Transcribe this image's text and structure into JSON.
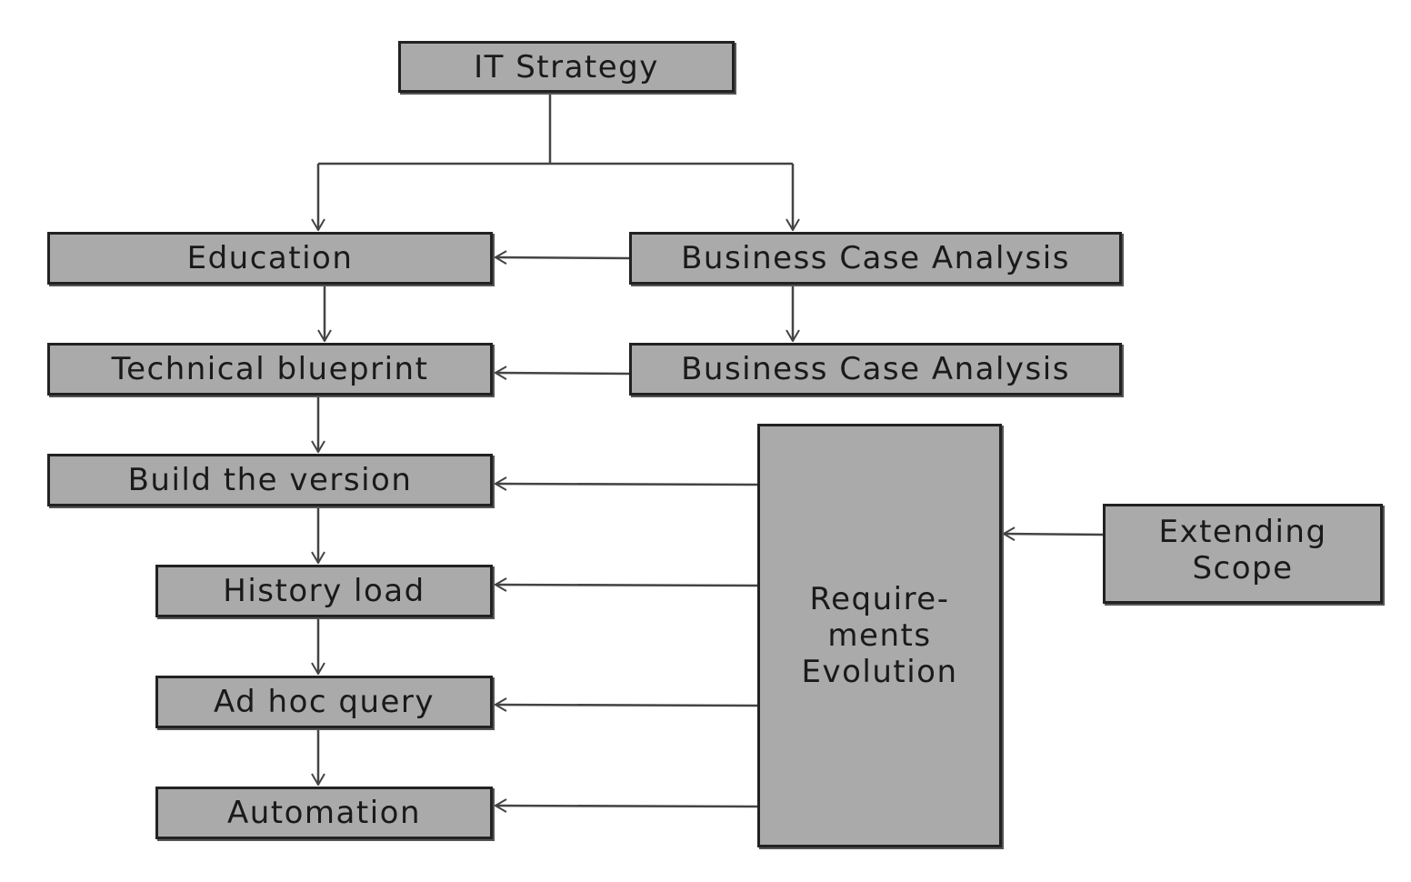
{
  "colors": {
    "box_fill": "#aaaaaa",
    "box_border": "#222222",
    "connector": "#444444",
    "background": "#ffffff"
  },
  "nodes": {
    "it_strategy": "IT Strategy",
    "education": "Education",
    "business_case_analysis_1": "Business Case Analysis",
    "technical_blueprint": "Technical blueprint",
    "business_case_analysis_2": "Business Case Analysis",
    "build_the_version": "Build the version",
    "history_load": "History load",
    "ad_hoc_query": "Ad hoc query",
    "automation": "Automation",
    "requirements_evolution": [
      "Require-",
      "ments",
      "Evolution"
    ],
    "extending_scope": [
      "Extending",
      "Scope"
    ]
  }
}
